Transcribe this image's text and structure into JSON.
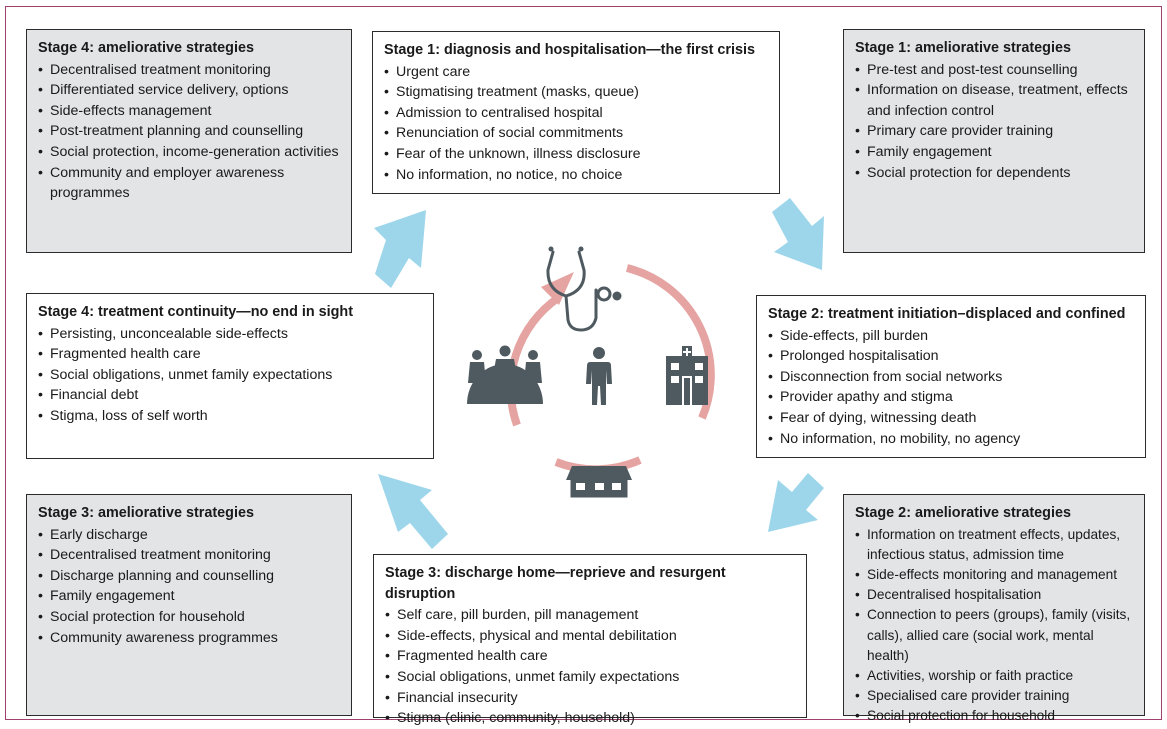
{
  "boxes": {
    "s4a": {
      "title": "Stage 4: ameliorative strategies",
      "items": [
        "Decentralised treatment monitoring",
        "Differentiated service delivery, options",
        "Side-effects management",
        "Post-treatment planning and counselling",
        "Social protection, income-generation activities",
        "Community and employer awareness programmes"
      ]
    },
    "s1": {
      "title": "Stage 1: diagnosis and hospitalisation—the first crisis",
      "items": [
        "Urgent care",
        "Stigmatising treatment (masks, queue)",
        "Admission to centralised hospital",
        "Renunciation of social commitments",
        "Fear of the unknown, illness disclosure",
        "No information, no notice, no choice"
      ]
    },
    "s1a": {
      "title": "Stage 1: ameliorative strategies",
      "items": [
        "Pre-test and post-test counselling",
        "Information on disease, treatment, effects and infection control",
        "Primary care provider training",
        "Family engagement",
        "Social protection for dependents"
      ]
    },
    "s4": {
      "title": "Stage 4: treatment continuity—no end in sight",
      "items": [
        "Persisting, unconcealable side-effects",
        "Fragmented health care",
        "Social obligations, unmet family expectations",
        "Financial debt",
        "Stigma, loss of self worth"
      ]
    },
    "s2": {
      "title": "Stage 2: treatment initiation–displaced and confined",
      "items": [
        "Side-effects, pill burden",
        "Prolonged hospitalisation",
        "Disconnection from social networks",
        "Provider apathy and stigma",
        "Fear of dying, witnessing death",
        "No information, no mobility, no agency"
      ]
    },
    "s3a": {
      "title": "Stage 3: ameliorative strategies",
      "items": [
        "Early discharge",
        "Decentralised treatment monitoring",
        "Discharge planning and counselling",
        "Family engagement",
        "Social protection for household",
        "Community awareness programmes"
      ]
    },
    "s3": {
      "title": "Stage 3: discharge home—reprieve and resurgent disruption",
      "items": [
        "Self care, pill burden, pill management",
        "Side-effects, physical and mental debilitation",
        "Fragmented health care",
        "Social obligations, unmet family expectations",
        "Financial insecurity",
        "Stigma (clinic, community, household)"
      ]
    },
    "s2a": {
      "title": "Stage 2: ameliorative strategies",
      "items": [
        "Information on treatment effects, updates, infectious status, admission time",
        "Side-effects monitoring and management",
        "Decentralised hospitalisation",
        "Connection to peers (groups), family (visits, calls), allied care (social work, mental health)",
        "Activities, worship or faith practice",
        "Specialised care provider training",
        "Social protection for household"
      ]
    }
  },
  "icons": [
    "stethoscope-icon",
    "hospital-icon",
    "house-icon",
    "community-group-icon",
    "person-icon"
  ],
  "colors": {
    "cycle_ring": "#e5a3a1",
    "arrow": "#9dd6ea",
    "icon": "#4e5a60",
    "grey_box": "#e3e4e6"
  }
}
